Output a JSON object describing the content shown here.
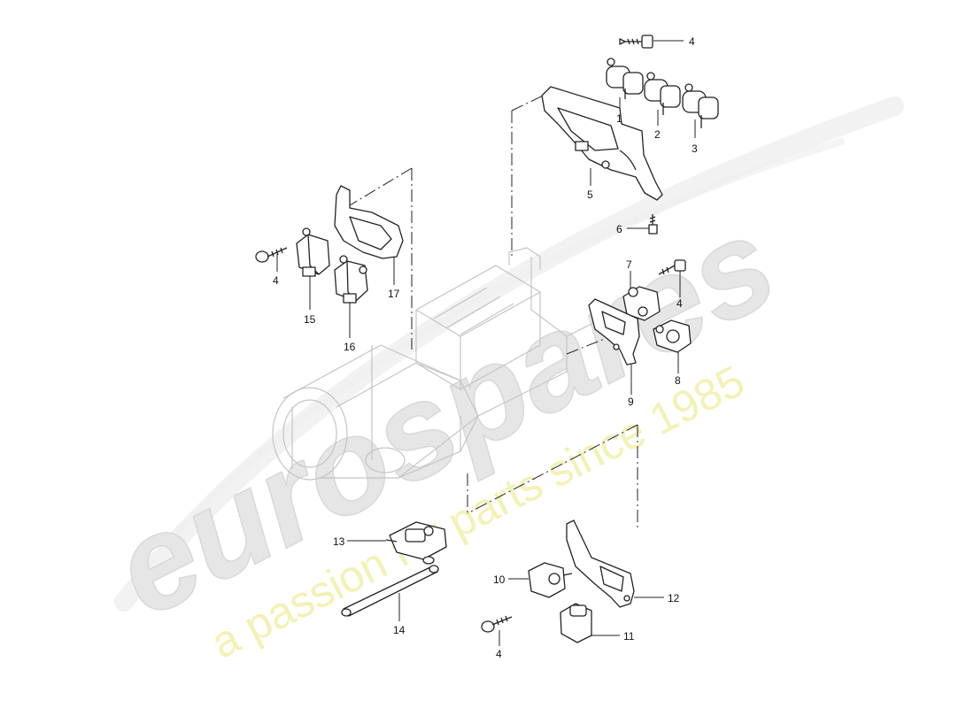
{
  "watermark": {
    "brand": "eurospares",
    "tagline": "a passion for parts since 1985",
    "colors": {
      "brand": "#e9e9e9",
      "tagline": "#f2f0b8"
    }
  },
  "callouts": {
    "c1": "1",
    "c2": "2",
    "c3": "3",
    "c4a": "4",
    "c4b": "4",
    "c4c": "4",
    "c4d": "4",
    "c5": "5",
    "c6": "6",
    "c7": "7",
    "c8": "8",
    "c9": "9",
    "c10": "10",
    "c11": "11",
    "c12": "12",
    "c13": "13",
    "c14": "14",
    "c15": "15",
    "c16": "16",
    "c17": "17"
  },
  "colors": {
    "line": "#222222",
    "ghost": "#bdbdbd",
    "part_fill": "#ffffff"
  }
}
